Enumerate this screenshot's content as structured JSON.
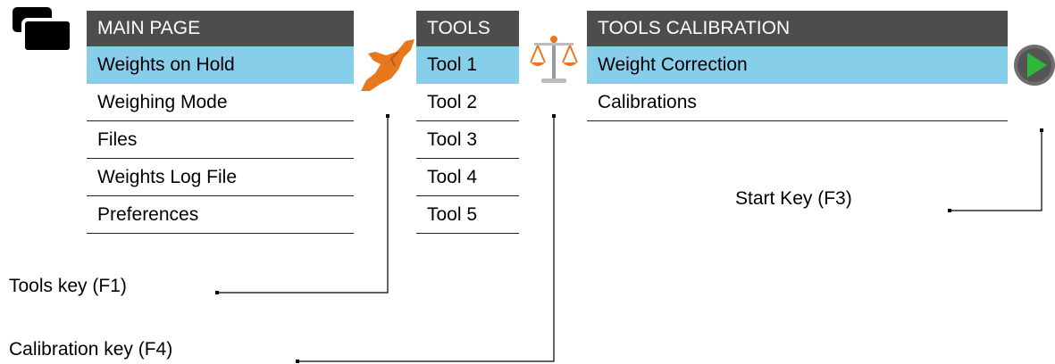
{
  "main_menu": {
    "title": "MAIN PAGE",
    "items": [
      {
        "label": "Weights on Hold",
        "selected": true
      },
      {
        "label": "Weighing Mode",
        "selected": false
      },
      {
        "label": "Files",
        "selected": false
      },
      {
        "label": "Weights Log File",
        "selected": false
      },
      {
        "label": "Preferences",
        "selected": false
      }
    ]
  },
  "tools_menu": {
    "title": "TOOLS",
    "items": [
      {
        "label": "Tool 1",
        "selected": true
      },
      {
        "label": "Tool 2",
        "selected": false
      },
      {
        "label": "Tool 3",
        "selected": false
      },
      {
        "label": "Tool 4",
        "selected": false
      },
      {
        "label": "Tool 5",
        "selected": false
      }
    ]
  },
  "calibration_menu": {
    "title": "TOOLS CALIBRATION",
    "items": [
      {
        "label": "Weight Correction",
        "selected": true
      },
      {
        "label": "Calibrations",
        "selected": false
      }
    ]
  },
  "callouts": {
    "tools_key": "Tools key (F1)",
    "calibration_key": "Calibration key (F4)",
    "start_key": "Start Key (F3)"
  },
  "icons": {
    "windows": "windows-icon",
    "tools": "wrench-hand-icon",
    "calibration": "balance-scale-icon",
    "start": "play-icon"
  },
  "colors": {
    "header_bg": "#4d4d4d",
    "selected_bg": "#87ceeb",
    "tool_icon": "#e8781e",
    "play_green": "#2db83d"
  }
}
